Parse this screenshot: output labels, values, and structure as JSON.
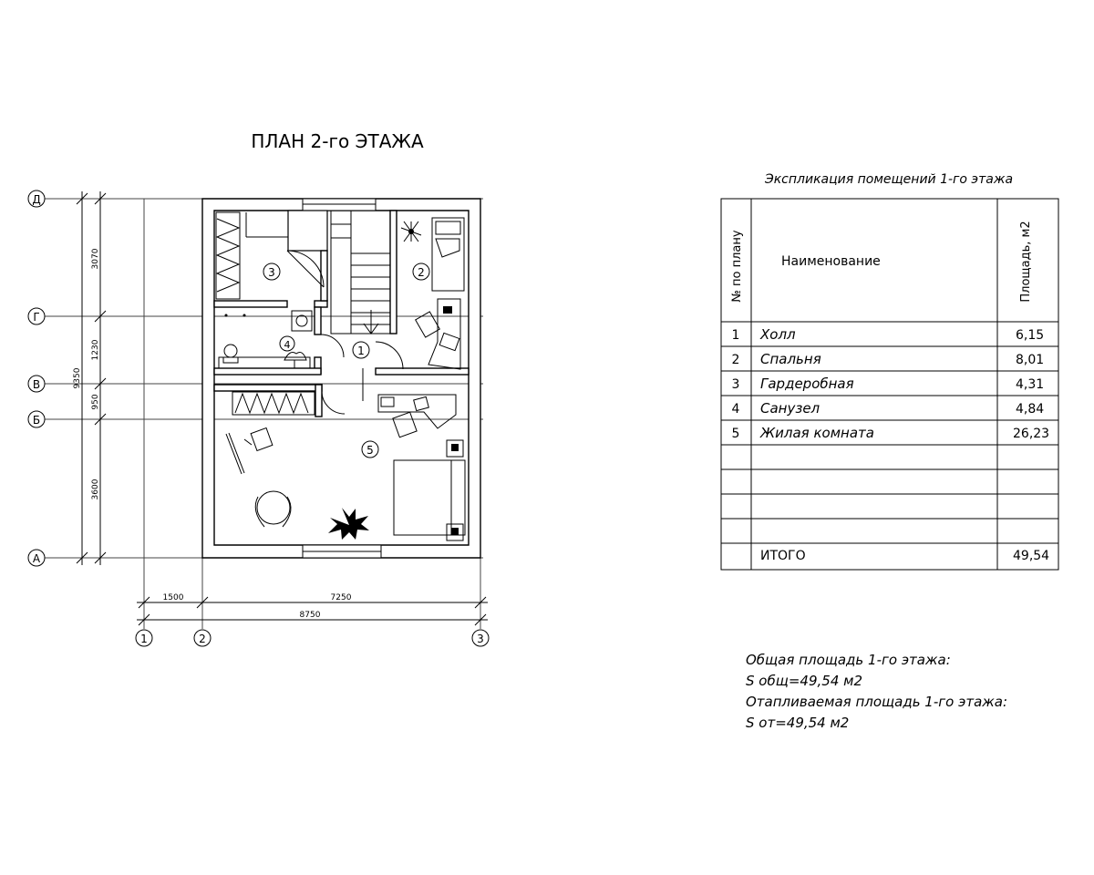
{
  "plan": {
    "title": "ПЛАН 2-го ЭТАЖА",
    "axes_horizontal": [
      "Д",
      "Г",
      "В",
      "Б",
      "А"
    ],
    "axes_vertical": [
      "1",
      "2",
      "3"
    ],
    "dims_vertical": [
      "3070",
      "1230",
      "950",
      "3600"
    ],
    "dim_total_vertical": "9350",
    "dims_horizontal": [
      "1500",
      "7250"
    ],
    "dim_total_horizontal": "8750",
    "room_numbers": [
      "1",
      "2",
      "3",
      "4",
      "5"
    ]
  },
  "explication": {
    "title": "Экспликация помещений 1-го этажа",
    "col_number": "№ по плану",
    "col_name": "Наименование",
    "col_area": "Площадь, м2",
    "rows": [
      {
        "num": "1",
        "name": "Холл",
        "area": "6,15"
      },
      {
        "num": "2",
        "name": "Спальня",
        "area": "8,01"
      },
      {
        "num": "3",
        "name": "Гардеробная",
        "area": "4,31"
      },
      {
        "num": "4",
        "name": "Санузел",
        "area": "4,84"
      },
      {
        "num": "5",
        "name": "Жилая комната",
        "area": "26,23"
      }
    ],
    "total_label": "ИТОГО",
    "total_value": "49,54"
  },
  "notes": {
    "line1": "Общая площадь 1-го этажа:",
    "line2": "S общ=49,54 м2",
    "line3": "Отапливаемая площадь 1-го этажа:",
    "line4": "S от=49,54 м2"
  }
}
